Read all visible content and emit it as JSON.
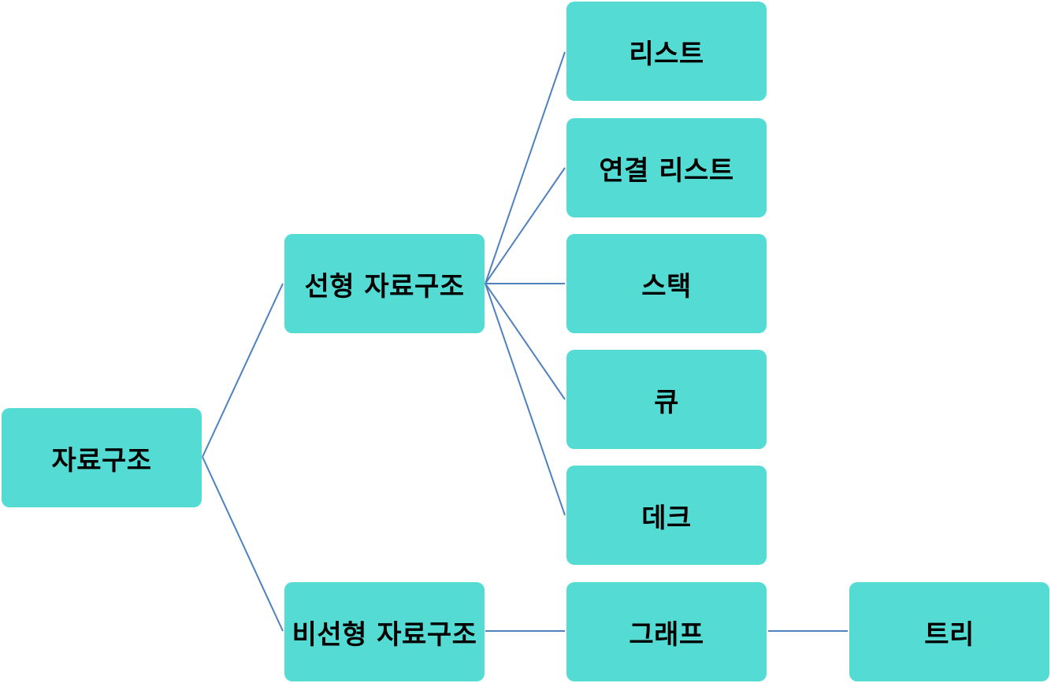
{
  "colors": {
    "node_fill": "#54dcd4",
    "connector": "#4f81bd",
    "text": "#000000"
  },
  "nodes": {
    "root": "자료구조",
    "linear": "선형 자료구조",
    "nonlinear": "비선형 자료구조",
    "list": "리스트",
    "linked_list": "연결 리스트",
    "stack": "스택",
    "queue": "큐",
    "deque": "데크",
    "graph": "그래프",
    "tree": "트리"
  }
}
